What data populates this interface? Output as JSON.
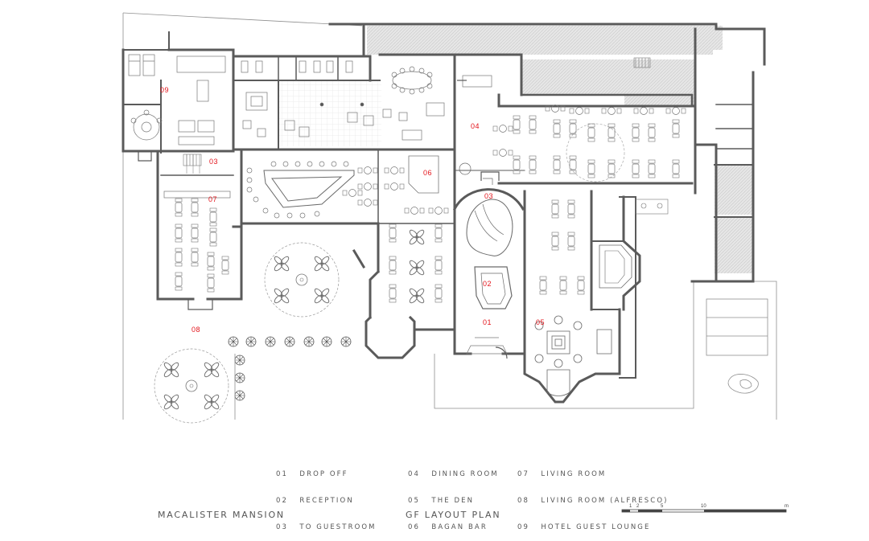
{
  "room_labels": [
    {
      "id": "r01",
      "text": "01"
    },
    {
      "id": "r02",
      "text": "02"
    },
    {
      "id": "r03a",
      "text": "03"
    },
    {
      "id": "r03b",
      "text": "03"
    },
    {
      "id": "r04",
      "text": "04"
    },
    {
      "id": "r05",
      "text": "05"
    },
    {
      "id": "r06",
      "text": "06"
    },
    {
      "id": "r07",
      "text": "07"
    },
    {
      "id": "r08",
      "text": "08"
    },
    {
      "id": "r09",
      "text": "09"
    }
  ],
  "legend": {
    "col1": [
      "01   DROP OFF",
      "02   RECEPTION",
      "03   TO GUESTROOM"
    ],
    "col2": [
      "04   DINING ROOM",
      "05   THE DEN",
      "06   BAGAN BAR"
    ],
    "col3": [
      "07   LIVING ROOM",
      "08   LIVING ROOM (ALFRESCO)",
      "09   HOTEL GUEST LOUNGE"
    ]
  },
  "titles": {
    "project": "MACALISTER MANSION",
    "drawing": "GF LAYOUT PLAN"
  },
  "scale_bar": {
    "labels": [
      "1",
      "2",
      "5",
      "10",
      "m"
    ]
  },
  "colors": {
    "wall": "#5a5a5a",
    "line": "#8a8a8a",
    "hatch": "#d9d9d9",
    "label_red": "#e3141b"
  }
}
